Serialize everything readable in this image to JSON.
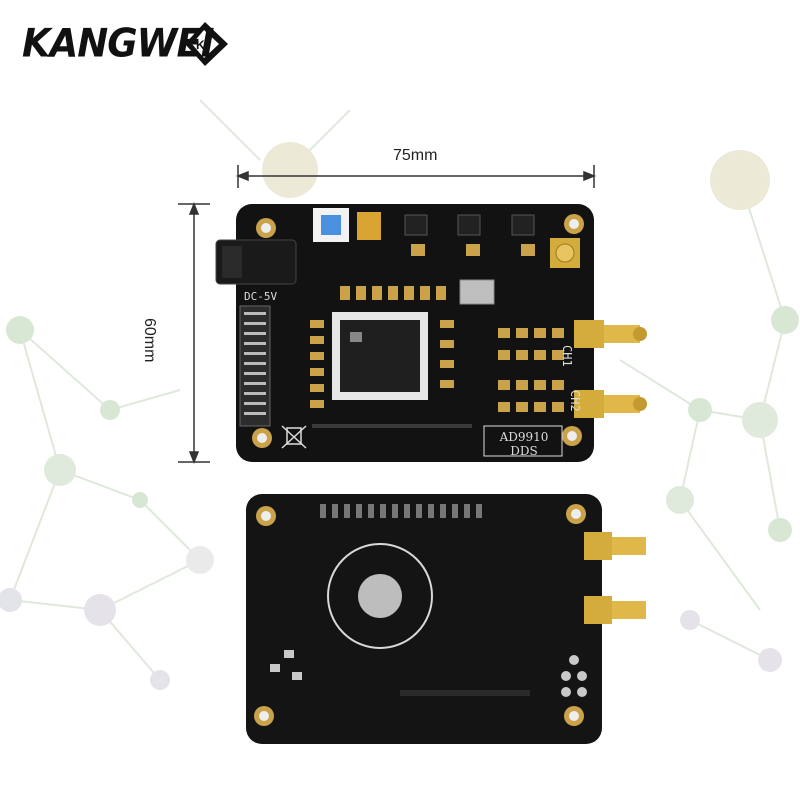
{
  "brand": {
    "name": "KANGWEI"
  },
  "dimensions": {
    "width_label": "75mm",
    "height_label": "60mm"
  },
  "board": {
    "power_label": "DC-5V",
    "channel_labels": [
      "CH1",
      "CH2"
    ],
    "model_label": "AD9910",
    "type_label": "DDS"
  },
  "colors": {
    "pcb": "#111111",
    "gold": "#c9a24a",
    "silk": "#e8e8e8",
    "network": "#c8dcc6"
  }
}
